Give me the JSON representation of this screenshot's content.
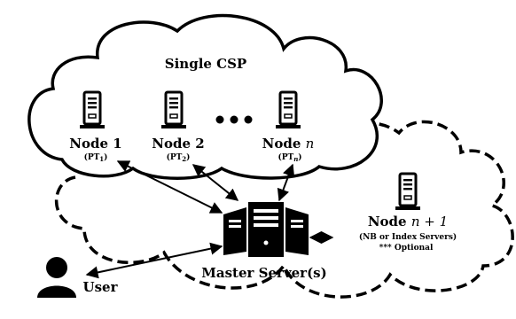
{
  "cloud": {
    "title": "Single CSP"
  },
  "nodes": [
    {
      "name": "Node 1",
      "sub": "(PT",
      "subscript": "1",
      "sub_close": ")"
    },
    {
      "name": "Node 2",
      "sub": "(PT",
      "subscript": "2",
      "sub_close": ")"
    },
    {
      "name": "Node",
      "name_var": "n",
      "sub": "(PT",
      "subscript": "n",
      "sub_close": ")"
    }
  ],
  "ellipsis": "•••",
  "extra_node": {
    "name": "Node",
    "name_var": "n + 1",
    "detail": "(NB or Index Servers)",
    "optional": "*** Optional"
  },
  "master": {
    "label": "Master Server(s)"
  },
  "user": {
    "label": "User"
  },
  "icons": [
    "server-rack-icon",
    "server-tower-icon",
    "user-icon"
  ]
}
